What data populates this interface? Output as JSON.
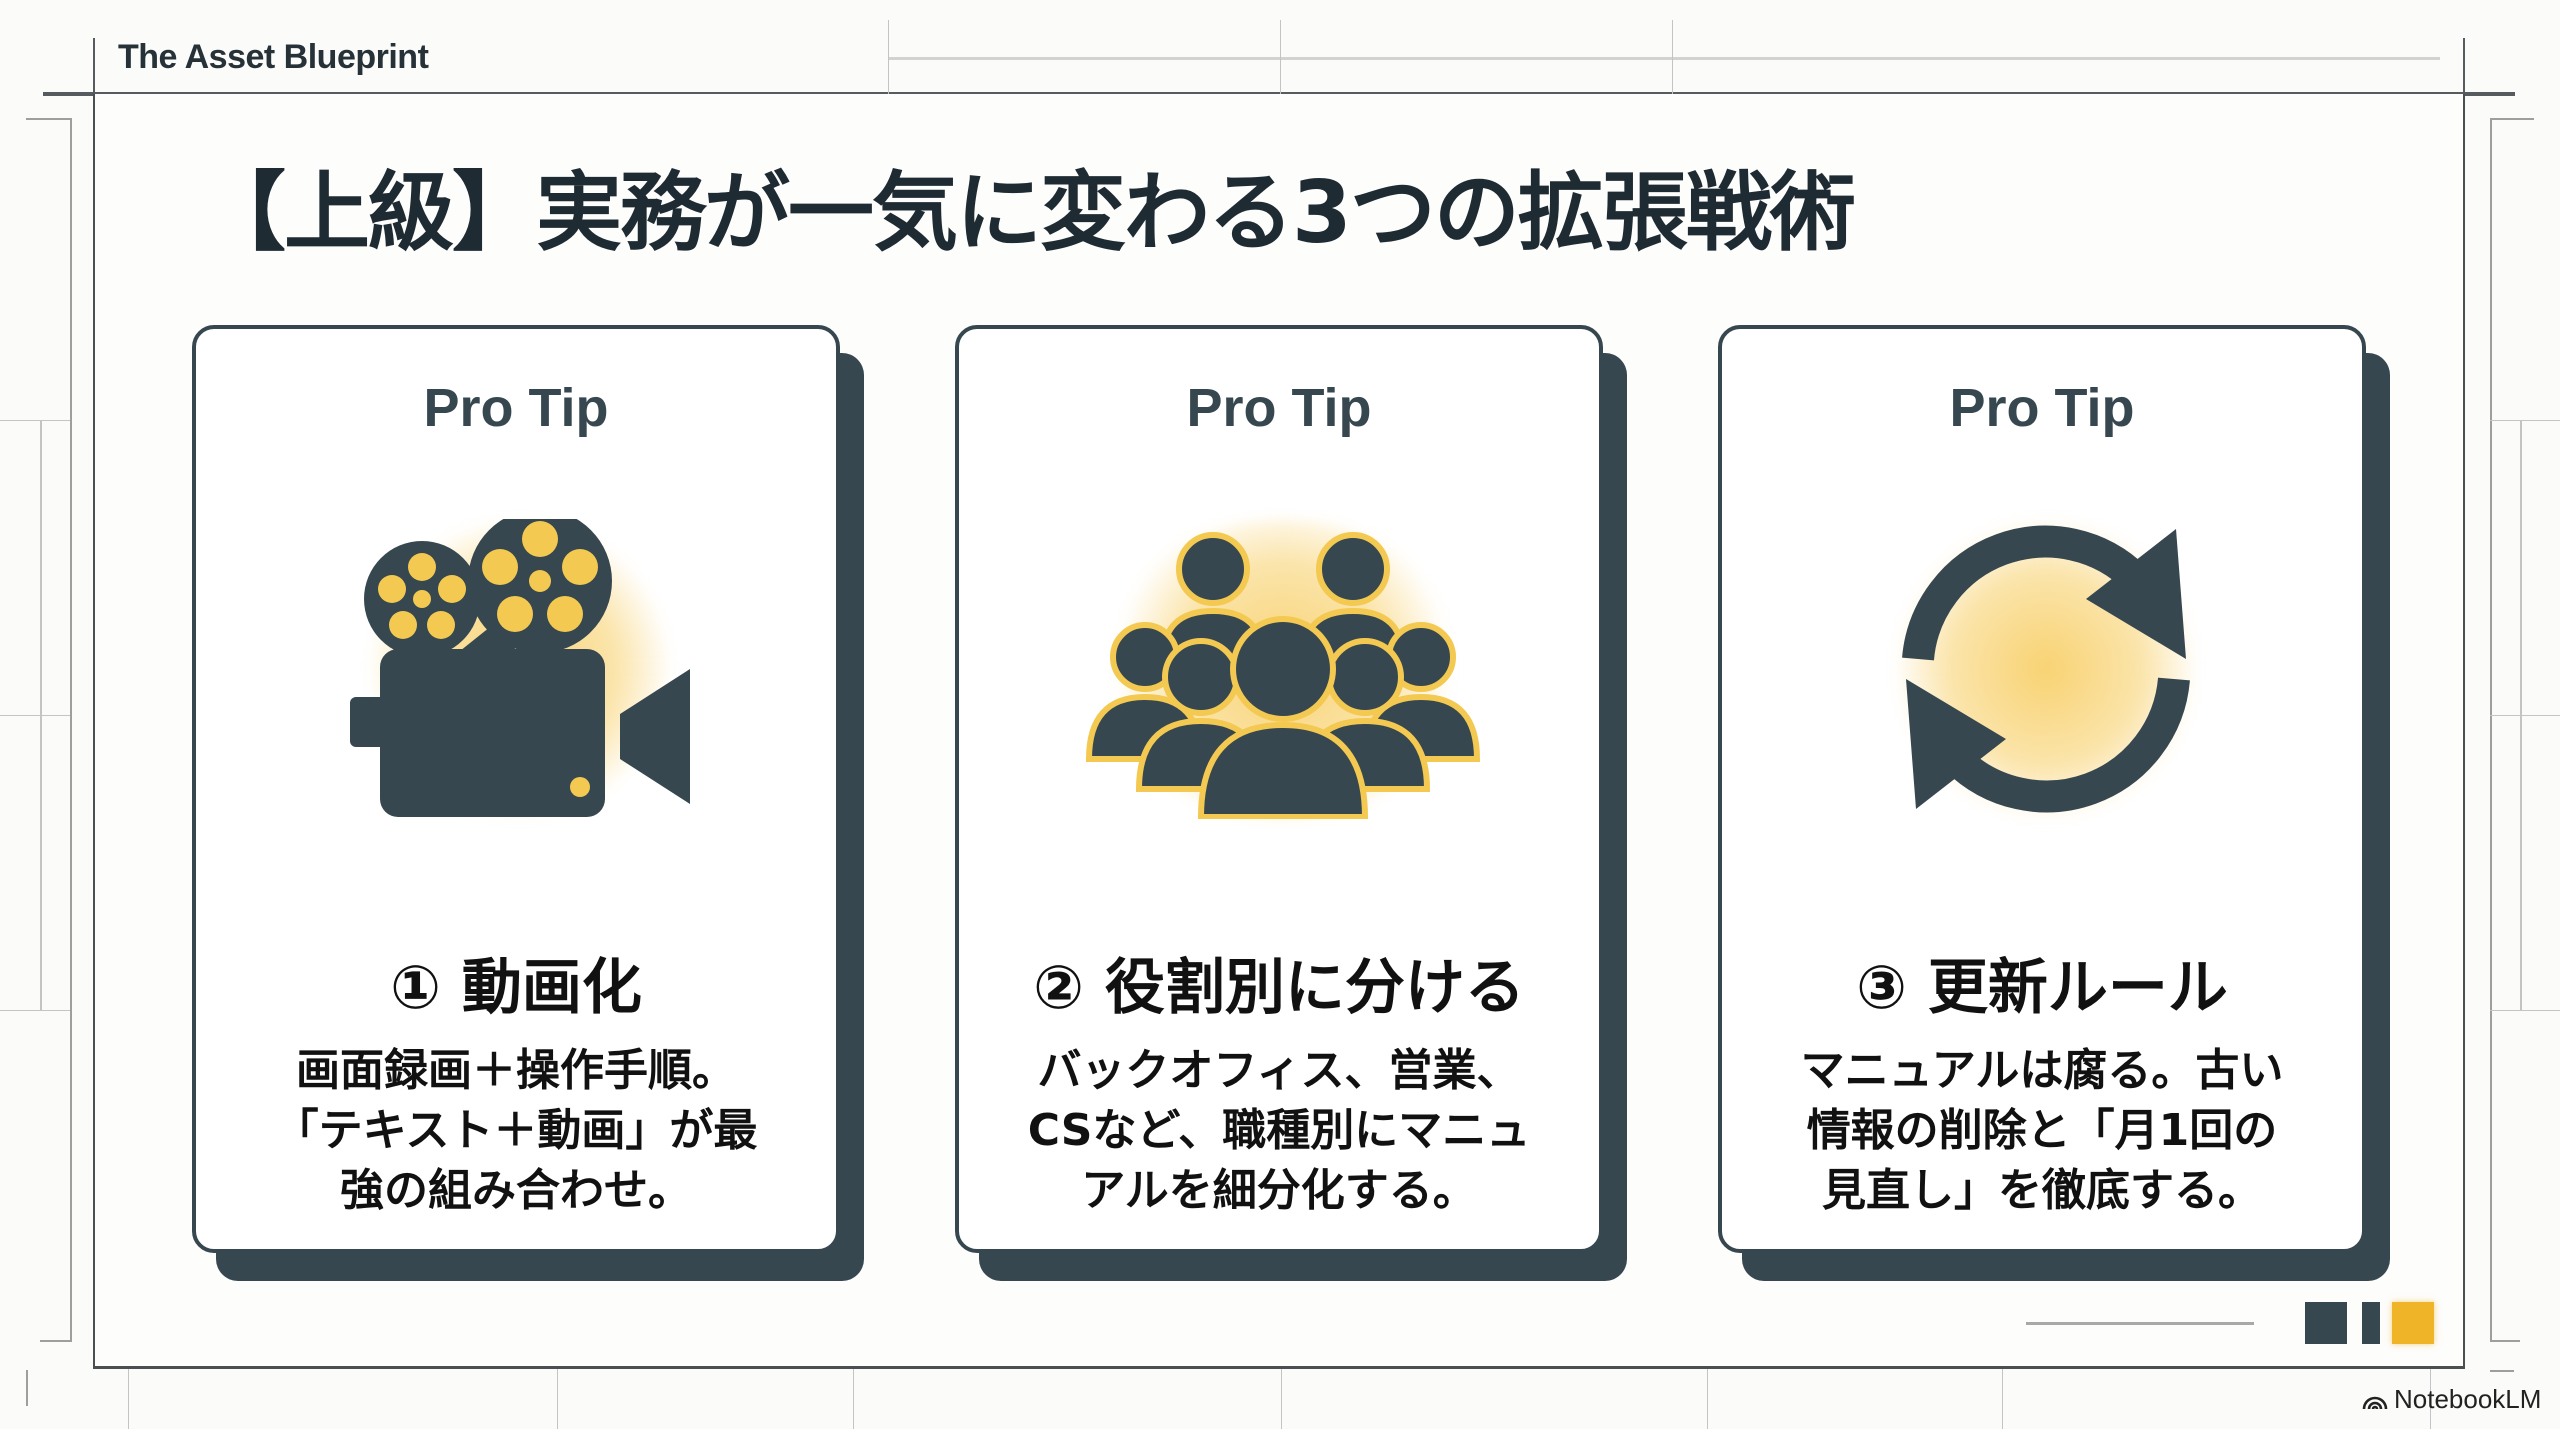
{
  "header": {
    "brand": "The Asset Blueprint"
  },
  "title": "【上級】実務が一気に変わる3つの拡張戦術",
  "cards": [
    {
      "label": "Pro Tip",
      "icon": "film-camera-icon",
      "heading": "① 動画化",
      "body": "画面録画＋操作手順。\n「テキスト＋動画」が最\n強の組み合わせ。"
    },
    {
      "label": "Pro Tip",
      "icon": "team-group-icon",
      "heading": "② 役割別に分ける",
      "body": "バックオフィス、営業、\nCSなど、職種別にマニュ\nアルを細分化する。"
    },
    {
      "label": "Pro Tip",
      "icon": "refresh-cycle-icon",
      "heading": "③ 更新ルール",
      "body": "マニュアルは腐る。古い\n情報の削除と「月1回の\n見直し」を徹底する。"
    }
  ],
  "footer": {
    "watermark": "NotebookLM"
  },
  "colors": {
    "dark": "#37474f",
    "accent": "#f0b429",
    "glow": "#f6c444",
    "background": "#fbfbfa"
  }
}
